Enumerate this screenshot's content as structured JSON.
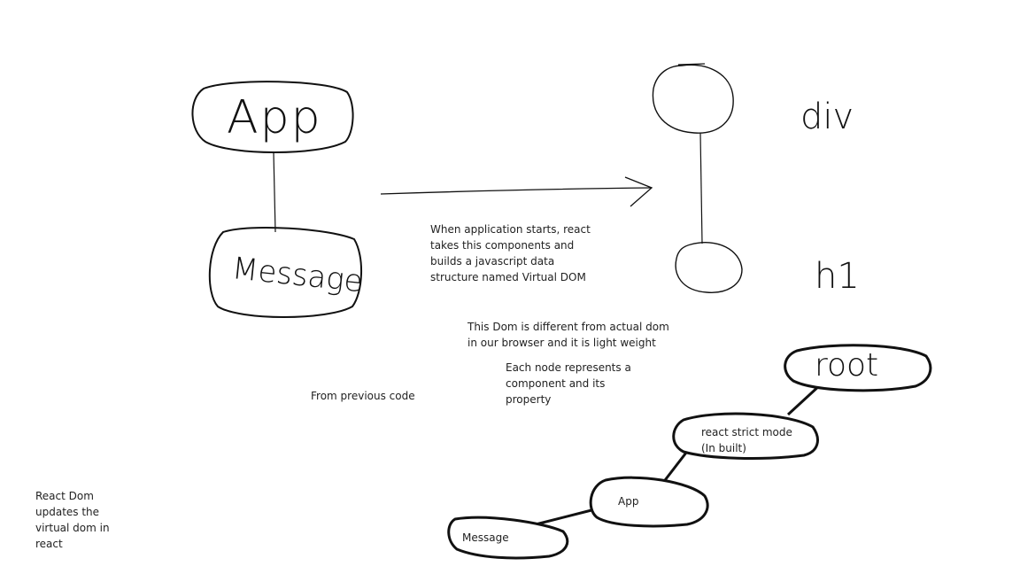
{
  "left_tree": {
    "app_label": "App",
    "message_label": "Message",
    "caption": "From previous code"
  },
  "right_tree": {
    "top_tag": "div",
    "bottom_tag": "h1"
  },
  "notes": {
    "virtual_dom": "When application starts, react\ntakes this components and\nbuilds a javascript data\nstructure named Virtual DOM",
    "light_weight": "This Dom is different from actual dom\nin our browser and it is light weight",
    "node_props": "Each node represents a\ncomponent and its\nproperty",
    "react_dom": "React Dom\nupdates the\nvirtual dom in\nreact"
  },
  "bottom_tree": {
    "root_label": "root",
    "strict_label_line1": "react strict mode",
    "strict_label_line2": "(In built)",
    "app_label": "App",
    "message_label": "Message"
  }
}
